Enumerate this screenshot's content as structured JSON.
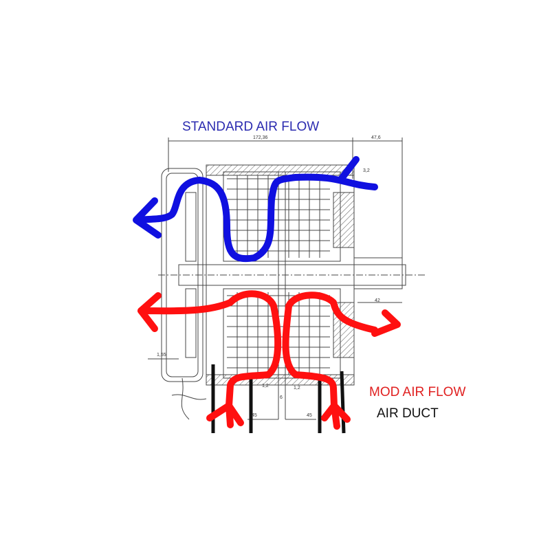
{
  "labels": {
    "standard_air_flow": "STANDARD AIR FLOW",
    "mod_air_flow": "MOD AIR FLOW",
    "air_duct": "AIR DUCT"
  },
  "dimensions": {
    "overall_length": "172,36",
    "shaft_length": "47,6",
    "gap_top": "3,2",
    "shaft_dim": "42",
    "left_dim": "1,55",
    "gap_left": "1,2",
    "gap_right": "1,2",
    "center_gap": "6",
    "left_span": "45",
    "right_span": "45"
  },
  "colors": {
    "standard_flow": "#1010e0",
    "mod_flow": "#ff1010",
    "duct": "#111111",
    "drawing": "#444444"
  }
}
